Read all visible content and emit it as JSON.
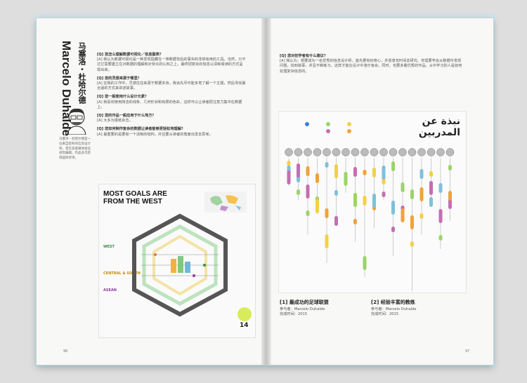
{
  "left_page": {
    "vertical_title": "Marcelo Duhalde",
    "vertical_name_cn": "马塞洛・杜哈尔德",
    "page_number": "96",
    "qa": [
      {
        "q": "[Q] 您怎么理解数据可视化／信息图表？",
        "a": "[A] 我认为数据可视化是一种发现隐藏在一堆数据背后的事实的非常有用的工具。当然，只不过它需要建立在对数据的理解和对受众的认知之上，最终把复杂的信息以清晰易读的方式呈现出来。"
      },
      {
        "q": "[Q] 您的灵感来源于哪里？",
        "a": "[A] 在我的工作中，灵感往往来源于数据本身。我会先尽可能多地了解一个主题，然后寻找最合适的方式来讲述故事。"
      },
      {
        "q": "[Q] 您一般使用什么设计元素？",
        "a": "[A] 我喜欢使用简洁的线条、几何形状和有限的色彩，这样可以让读者把注意力集中在数据上。"
      },
      {
        "q": "[Q] 您的作品一般应用于什么地方？",
        "a": "[A] 大多为报纸杂志。"
      },
      {
        "q": "[Q] 您如何制作复杂的数据让读者能够更轻松地理解？",
        "a": "[A] 最重要的是要有一个清晰的结构，并且要从读者的角度出发去思考。"
      }
    ],
    "bio": "马塞洛・杜哈尔德是一位来自智利的信息设计师，曾在多家媒体担任视觉编辑，作品多次获得国际奖项。",
    "infographic": {
      "title_line1": "MOST GOALS ARE",
      "title_line2": "FROM THE WEST",
      "regions": [
        "WEST",
        "CENTRAL & SOUTH",
        "ASEAN"
      ],
      "badge_number": "14"
    }
  },
  "right_page": {
    "page_number": "97",
    "question": "[Q] 您对初学者有什么建议？",
    "answer": "[A] 我认为，想要成为一名优秀的信息设计师，首先要有好奇心，并愿意花时间去研究。你需要学会从数据中发现问题，找到故事，并且不断练习，这样才能在设计中游刃有余。同时，也要多看优秀的作品，从中学习别人是如何处理复杂信息的。",
    "chart_arabic_title_line1": "نبذة عن",
    "chart_arabic_title_line2": "المدربين",
    "captions": [
      {
        "title": "[1] 最成功的足球联盟",
        "who_label": "参与者：",
        "who": "Marcelo Duhalde",
        "time_label": "完成时间：",
        "time": "2015"
      },
      {
        "title": "[2] 经验丰富的教练",
        "who_label": "参与者：",
        "who": "Marcelo Duhalde",
        "time_label": "完成时间：",
        "time": "2015"
      }
    ]
  }
}
